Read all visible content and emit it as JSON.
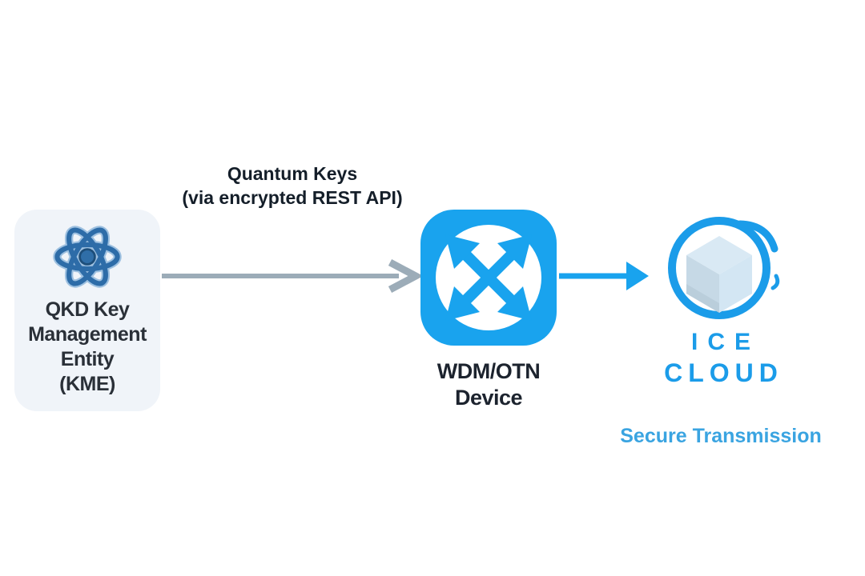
{
  "page": {
    "background": "#ffffff",
    "type": "architecture-diagram"
  },
  "colors": {
    "accent_blue": "#19a3ee",
    "logo_blue": "#1b9ce9",
    "caption_blue": "#3aa4e1",
    "arrow_gray": "#9cacb8",
    "text_dark": "#1c232e",
    "kme_card_bg": "#f0f4f9",
    "kme_text": "#2a3038",
    "label_text": "#141e29",
    "atom_blue": "#2d6ca8"
  },
  "diagram": {
    "nodes": {
      "kme": {
        "icon": "atom-icon",
        "label_lines": [
          "QKD Key",
          "Management",
          "Entity",
          "(KME)"
        ]
      },
      "wdm": {
        "icon": "cross-connect-arrows-icon",
        "label_lines": [
          "WDM/OTN",
          "Device"
        ]
      },
      "ice_cloud": {
        "icon": "ice-cube-circle-logo",
        "brand_lines": [
          "ICE",
          "CLOUD"
        ],
        "caption": "Secure Transmission"
      }
    },
    "edges": {
      "kme_to_wdm": {
        "label_lines": [
          "Quantum Keys",
          "(via encrypted REST API)"
        ],
        "style": "gray-arrow-right"
      },
      "wdm_to_cloud": {
        "style": "blue-arrow-right"
      }
    }
  }
}
